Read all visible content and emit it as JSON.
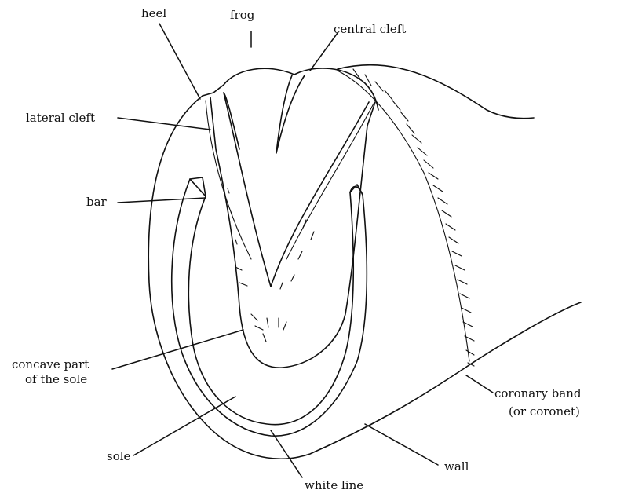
{
  "labels": {
    "heel": "heel",
    "frog": "frog",
    "central_cleft": "central cleft",
    "lateral_cleft": "lateral cleft",
    "bar": "bar",
    "concave_line1": "concave part",
    "concave_line2": "of the sole",
    "coronary_line1": "coronary band",
    "coronary_line2": "(or coronet)",
    "sole": "sole",
    "wall": "wall",
    "white_line": "white line"
  }
}
